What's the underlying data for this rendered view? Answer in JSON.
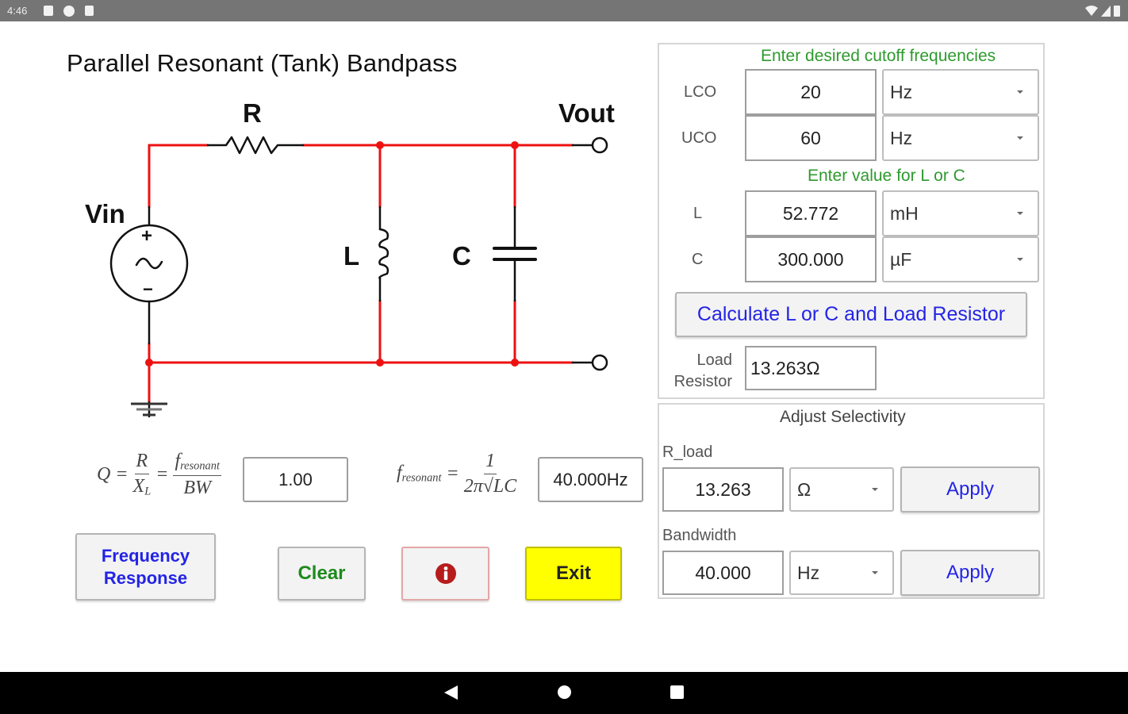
{
  "status_bar": {
    "time": "4:46",
    "left_icons": [
      "notification-icon",
      "data-saver-icon",
      "sd-card-icon"
    ],
    "right_icons": [
      "wifi-icon",
      "signal-icon",
      "battery-icon"
    ]
  },
  "page": {
    "title": "Parallel Resonant (Tank) Bandpass"
  },
  "circuit": {
    "labels": {
      "resistor": "R",
      "output": "Vout",
      "input": "Vin",
      "inductor": "L",
      "capacitor": "C",
      "plus": "+",
      "minus": "−",
      "ac": "~"
    },
    "wire_color": "#ee1111",
    "component_color": "#111111"
  },
  "formulas": {
    "q": {
      "lhs": "Q",
      "eq": "=",
      "num1": "R",
      "den1": "X",
      "den1_sub": "L",
      "num2": "f",
      "num2_sub": "resonant",
      "den2": "BW",
      "value": "1.00"
    },
    "f": {
      "lhs": "f",
      "lhs_sub": "resonant",
      "eq": "=",
      "num": "1",
      "den": "2π√LC",
      "value": "40.000Hz"
    }
  },
  "buttons": {
    "frequency_response_line1": "Frequency",
    "frequency_response_line2": "Response",
    "clear": "Clear",
    "info_icon": "info-icon",
    "exit": "Exit",
    "colors": {
      "blue_text": "#2424e6",
      "green_text": "#1e8a1e",
      "info_red": "#b71c1c",
      "exit_bg": "#ffff00"
    }
  },
  "cutoff_panel": {
    "heading": "Enter desired cutoff frequencies",
    "rows": [
      {
        "label": "LCO",
        "value": "20",
        "unit": "Hz"
      },
      {
        "label": "UCO",
        "value": "60",
        "unit": "Hz"
      }
    ],
    "lc_heading": "Enter value for L or C",
    "lc_rows": [
      {
        "label": "L",
        "value": "52.772",
        "unit": "mH"
      },
      {
        "label": "C",
        "value": "300.000",
        "unit": "µF"
      }
    ],
    "calculate_button": "Calculate L or C and Load Resistor",
    "load_label_line1": "Load",
    "load_label_line2": "Resistor",
    "load_value": "13.263Ω"
  },
  "selectivity_panel": {
    "heading": "Adjust Selectivity",
    "rload_label": "R_load",
    "rload_value": "13.263",
    "rload_unit": "Ω",
    "rload_apply": "Apply",
    "bandwidth_label": "Bandwidth",
    "bandwidth_value": "40.000",
    "bandwidth_unit": "Hz",
    "bandwidth_apply": "Apply"
  },
  "nav_bar": {
    "back": "back-icon",
    "home": "home-icon",
    "recents": "recents-icon"
  }
}
